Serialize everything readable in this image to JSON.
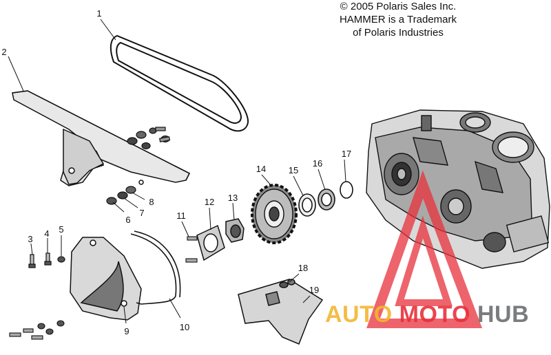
{
  "copyright": {
    "line1": "© 2005 Polaris Sales Inc.",
    "line2": "HAMMER is a Trademark",
    "line3": "of Polaris Industries"
  },
  "callouts": [
    "1",
    "2",
    "3",
    "4",
    "5",
    "6",
    "7",
    "8",
    "9",
    "10",
    "11",
    "12",
    "13",
    "14",
    "15",
    "16",
    "17",
    "18",
    "19"
  ],
  "watermark": {
    "part1": "AUTO",
    "part2": "MOTO",
    "part3": "HUB",
    "color_auto": "#f2b632",
    "color_moto": "#e8313b",
    "color_hub": "#6d6e70"
  }
}
